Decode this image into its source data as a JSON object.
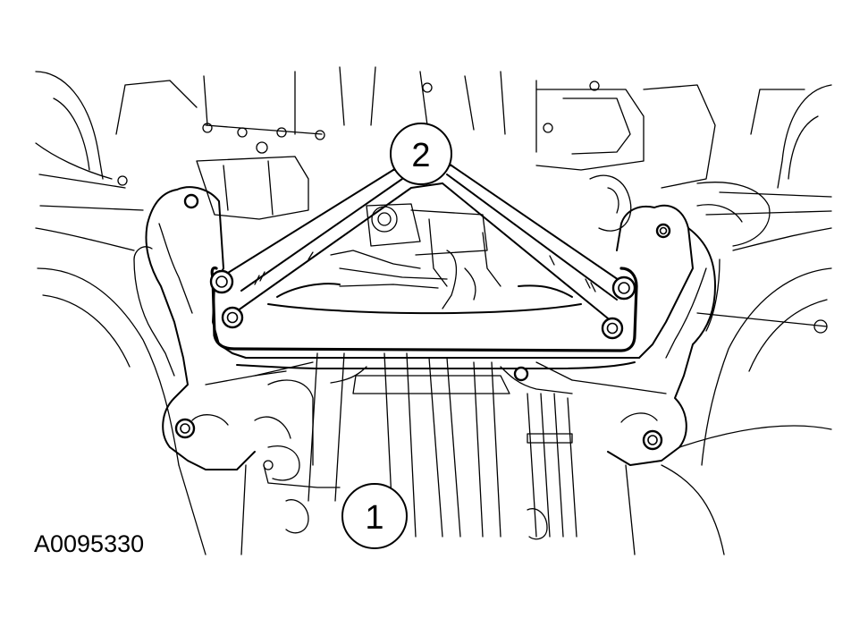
{
  "figure": {
    "id": "A0095330"
  },
  "callouts": [
    {
      "number": "1"
    },
    {
      "number": "2"
    }
  ]
}
